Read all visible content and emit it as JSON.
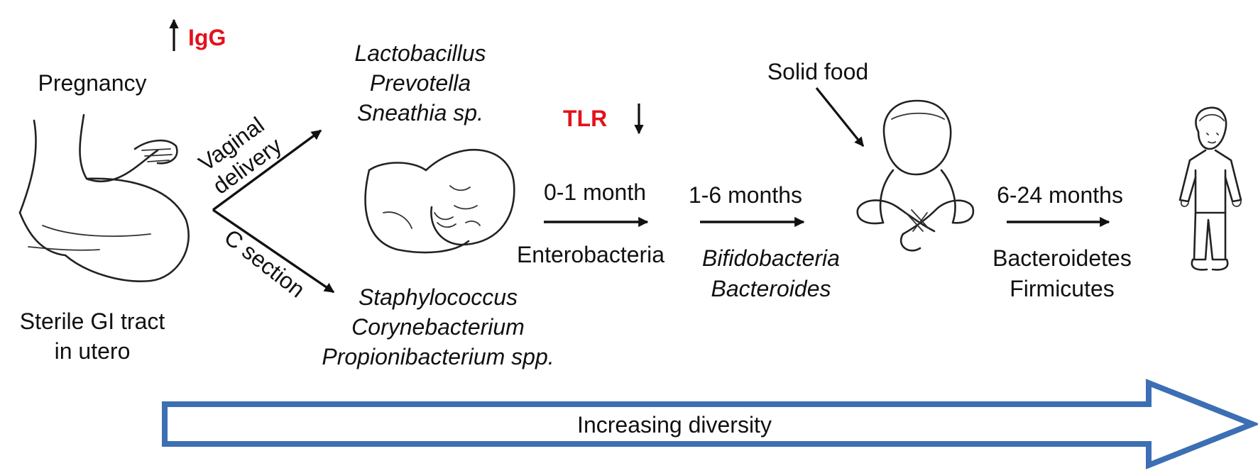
{
  "labels": {
    "igg": "IgG",
    "pregnancy": "Pregnancy",
    "sterile_line1": "Sterile GI tract",
    "sterile_line2": "in utero",
    "vaginal_line1": "Vaginal",
    "vaginal_line2": "delivery",
    "csection": "C section",
    "tlr": "TLR",
    "solid_food": "Solid food",
    "increasing_diversity": "Increasing diversity"
  },
  "vaginal_bacteria": [
    "Lactobacillus",
    "Prevotella",
    "Sneathia sp."
  ],
  "csection_bacteria": [
    "Staphylococcus",
    "Corynebacterium",
    "Propionibacterium spp."
  ],
  "stages": [
    {
      "period": "0-1 month",
      "bacteria": [
        "Enterobacteria"
      ]
    },
    {
      "period": "1-6 months",
      "bacteria": [
        "Bifidobacteria",
        "Bacteroides"
      ]
    },
    {
      "period": "6-24 months",
      "bacteria": [
        "Bacteroidetes",
        "Firmicutes"
      ]
    }
  ],
  "colors": {
    "red_label": "#e3121b",
    "diversity_arrow": "#3c6fb3",
    "ink": "#111111"
  }
}
